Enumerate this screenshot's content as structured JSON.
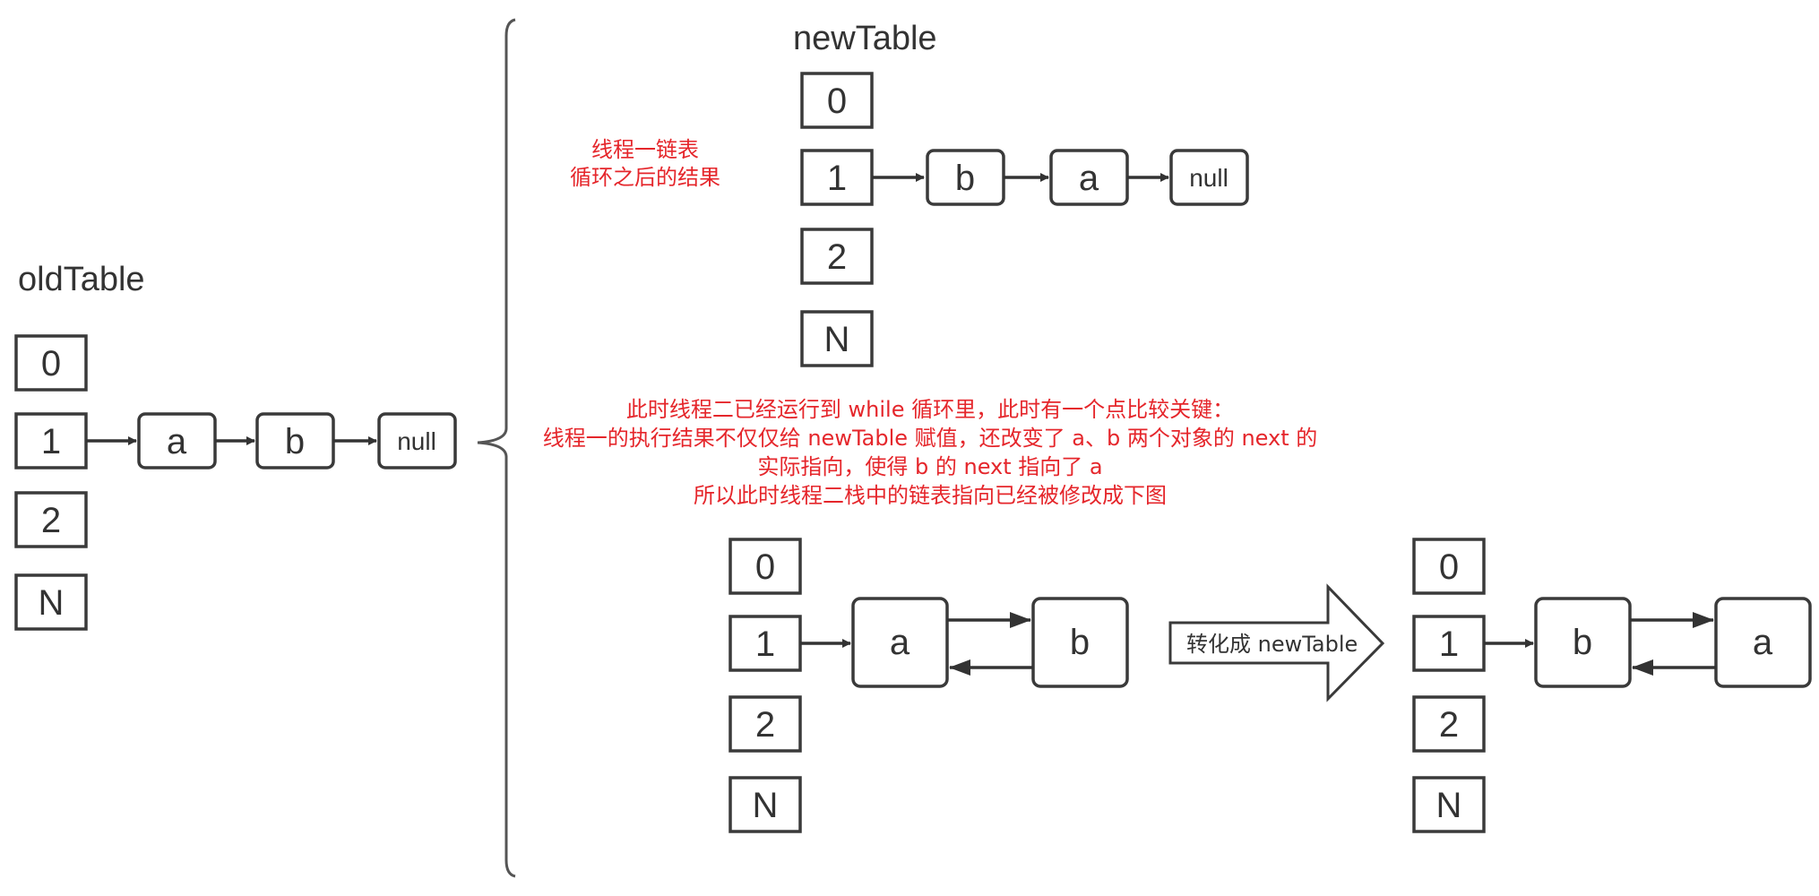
{
  "old_table": {
    "title": "oldTable",
    "buckets": [
      "0",
      "1",
      "2",
      "N"
    ],
    "chain": [
      "a",
      "b",
      "null"
    ]
  },
  "new_table_thread1": {
    "title": "newTable",
    "buckets": [
      "0",
      "1",
      "2",
      "N"
    ],
    "chain": [
      "b",
      "a",
      "null"
    ],
    "note_lines": [
      "线程一链表",
      "循环之后的结果"
    ]
  },
  "explanation_lines": [
    "此时线程二已经运行到 while 循环里，此时有一个点比较关键：",
    "线程一的执行结果不仅仅给 newTable 赋值，还改变了 a、b 两个对象的 next 的",
    "实际指向，使得 b 的 next 指向了 a",
    "所以此时线程二栈中的链表指向已经被修改成下图"
  ],
  "thread2_before": {
    "buckets": [
      "0",
      "1",
      "2",
      "N"
    ],
    "node_left": "a",
    "node_right": "b"
  },
  "transform_arrow_label": "转化成 newTable",
  "thread2_after": {
    "buckets": [
      "0",
      "1",
      "2",
      "N"
    ],
    "node_left": "b",
    "node_right": "a"
  },
  "colors": {
    "note_red": "#e5262b",
    "stroke": "#3a3a3a",
    "text": "#333333"
  }
}
